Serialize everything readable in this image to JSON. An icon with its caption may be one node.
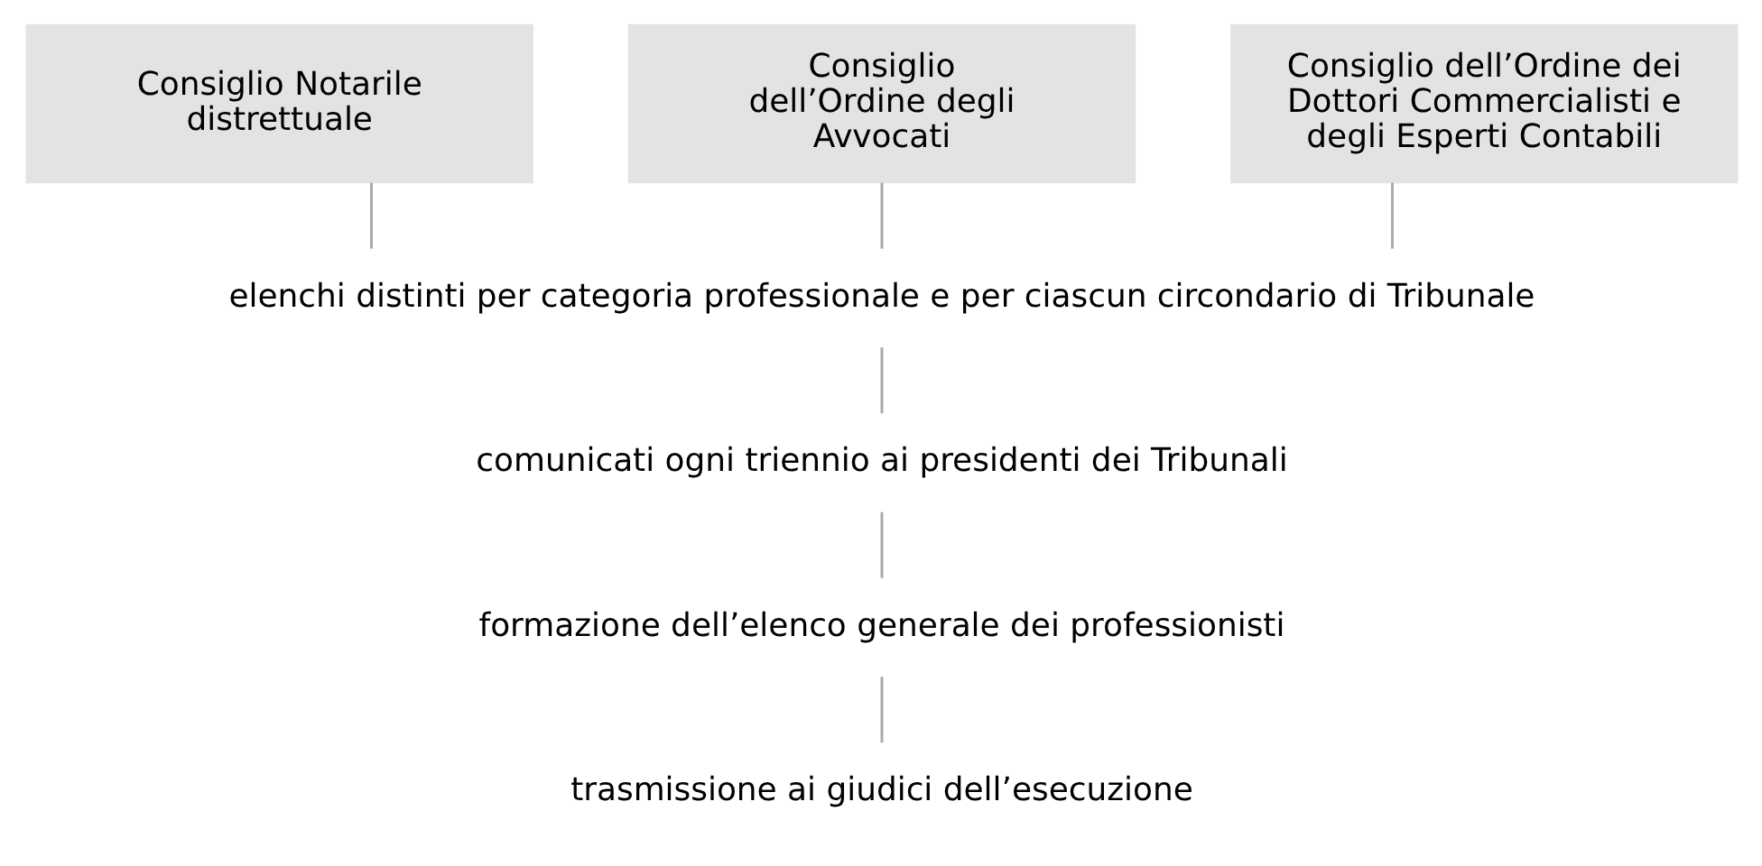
{
  "diagram": {
    "nodes": [
      {
        "text": [
          "Consiglio Notarile distrettuale"
        ]
      },
      {
        "text": [
          "Consiglio dell’Ordine degli Avvocati"
        ]
      },
      {
        "text": [
          "Consiglio dell’Ordine dei Dottori Commercialisti e degli Esperti Contabili"
        ]
      },
      {
        "text": [
          "elenchi distinti per categoria professionale e per ciascun circondario di Tribunale"
        ]
      },
      {
        "text": [
          "comunicati ogni triennio ai presidenti dei Tribunali"
        ]
      },
      {
        "text": [
          "formazione dell’elenco generale dei professionisti"
        ]
      },
      {
        "text": [
          "trasmissione ai giudici dell’esecuzione"
        ]
      }
    ],
    "edges": [
      {
        "from": 0,
        "to": 3,
        "arrow": "none"
      },
      {
        "from": 1,
        "to": 3,
        "arrow": "none"
      },
      {
        "from": 2,
        "to": 3,
        "arrow": "none"
      },
      {
        "from": 3,
        "to": 4,
        "arrow": "none"
      },
      {
        "from": 4,
        "to": 5,
        "arrow": "none"
      },
      {
        "from": 5,
        "to": 6,
        "arrow": "none"
      }
    ]
  }
}
